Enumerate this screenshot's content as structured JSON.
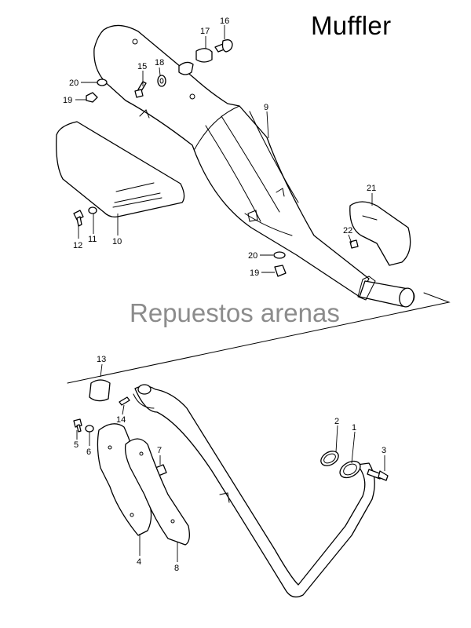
{
  "title": "Muffler",
  "watermark": "Repuestos arenas",
  "callouts": [
    {
      "id": "1",
      "label": "1"
    },
    {
      "id": "2",
      "label": "2"
    },
    {
      "id": "3",
      "label": "3"
    },
    {
      "id": "4",
      "label": "4"
    },
    {
      "id": "5",
      "label": "5"
    },
    {
      "id": "6",
      "label": "6"
    },
    {
      "id": "7",
      "label": "7"
    },
    {
      "id": "8",
      "label": "8"
    },
    {
      "id": "9",
      "label": "9"
    },
    {
      "id": "10",
      "label": "10"
    },
    {
      "id": "11",
      "label": "11"
    },
    {
      "id": "12",
      "label": "12"
    },
    {
      "id": "13",
      "label": "13"
    },
    {
      "id": "14",
      "label": "14"
    },
    {
      "id": "15",
      "label": "15"
    },
    {
      "id": "16",
      "label": "16"
    },
    {
      "id": "17",
      "label": "17"
    },
    {
      "id": "18",
      "label": "18"
    },
    {
      "id": "19a",
      "label": "19"
    },
    {
      "id": "19b",
      "label": "19"
    },
    {
      "id": "20a",
      "label": "20"
    },
    {
      "id": "20b",
      "label": "20"
    },
    {
      "id": "21",
      "label": "21"
    },
    {
      "id": "22",
      "label": "22"
    }
  ]
}
